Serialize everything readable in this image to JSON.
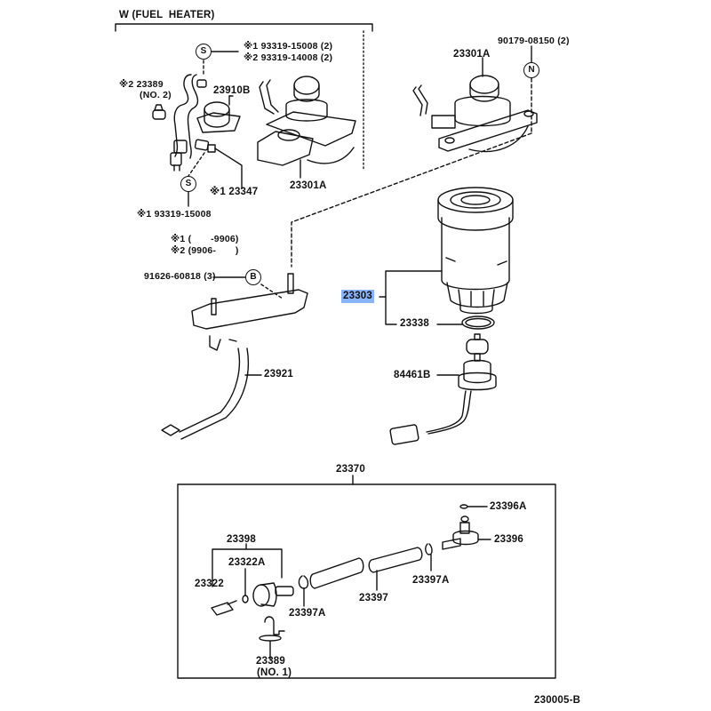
{
  "diagram": {
    "fuel_heater_box_title": "W (FUEL  HEATER)",
    "catalog_id": "230005-B",
    "highlight_color": "#8ab4f8",
    "notes": {
      "note1": "※1 (       -9906)",
      "note2": "※2 (9906-       )"
    },
    "symbols": {
      "s_top": "S",
      "s_bottom": "S",
      "n": "N",
      "b": "B"
    },
    "labels": {
      "screw_s_1": "※1 93319-15008 (2)",
      "screw_s_2": "※2 93319-14008 (2)",
      "plug_23389_no2_a": "※2 23389",
      "plug_23389_no2_b": "(NO. 2)",
      "heater_23910b": "23910B",
      "clamp_23347": "※1 23347",
      "screw_bottom": "※1 93319-15008",
      "filter_head_heater": "23301A",
      "filter_head": "23301A",
      "nut_90179": "90179-08150 (2)",
      "bolt_91626": "91626-60818 (3)",
      "filter_element": "23303",
      "o_ring": "23338",
      "sensor": "84461B",
      "bracket": "23921",
      "pump_assy": "23370",
      "pump_sub_23398": "23398",
      "pump_23322a": "23322A",
      "pump_23322": "23322",
      "clip_23397a_left": "23397A",
      "hose_23397": "23397",
      "clip_23397a_right": "23397A",
      "plug_23396a": "23396A",
      "pump_23396": "23396",
      "plug_23389_no1_a": "23389",
      "plug_23389_no1_b": "(NO. 1)"
    },
    "highlighted_part": "23303"
  }
}
